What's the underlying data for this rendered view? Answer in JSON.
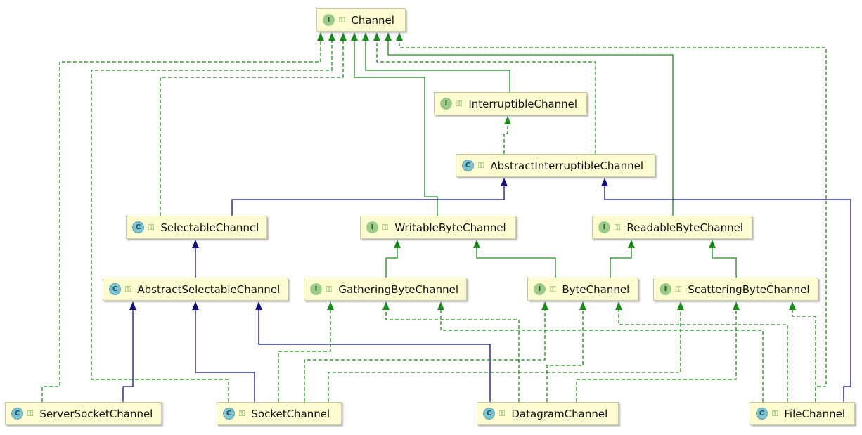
{
  "colors": {
    "node_fill": "#fefdd2",
    "interface_edge": "#1a8a1a",
    "class_edge": "#101080"
  },
  "nodes": [
    {
      "id": "Channel",
      "kind": "I"
    },
    {
      "id": "InterruptibleChannel",
      "kind": "I"
    },
    {
      "id": "AbstractInterruptibleChannel",
      "kind": "C"
    },
    {
      "id": "SelectableChannel",
      "kind": "C"
    },
    {
      "id": "WritableByteChannel",
      "kind": "I"
    },
    {
      "id": "ReadableByteChannel",
      "kind": "I"
    },
    {
      "id": "AbstractSelectableChannel",
      "kind": "C"
    },
    {
      "id": "GatheringByteChannel",
      "kind": "I"
    },
    {
      "id": "ByteChannel",
      "kind": "I"
    },
    {
      "id": "ScatteringByteChannel",
      "kind": "I"
    },
    {
      "id": "ServerSocketChannel",
      "kind": "C"
    },
    {
      "id": "SocketChannel",
      "kind": "C"
    },
    {
      "id": "DatagramChannel",
      "kind": "C"
    },
    {
      "id": "FileChannel",
      "kind": "C"
    }
  ],
  "edges": [
    {
      "from": "ServerSocketChannel",
      "to": "Channel",
      "type": "implements"
    },
    {
      "from": "SocketChannel",
      "to": "Channel",
      "type": "implements"
    },
    {
      "from": "SelectableChannel",
      "to": "Channel",
      "type": "implements"
    },
    {
      "from": "WritableByteChannel",
      "to": "Channel",
      "type": "extends"
    },
    {
      "from": "InterruptibleChannel",
      "to": "Channel",
      "type": "extends"
    },
    {
      "from": "AbstractInterruptibleChannel",
      "to": "Channel",
      "type": "implements"
    },
    {
      "from": "ReadableByteChannel",
      "to": "Channel",
      "type": "extends"
    },
    {
      "from": "FileChannel",
      "to": "Channel",
      "type": "implements"
    },
    {
      "from": "AbstractInterruptibleChannel",
      "to": "InterruptibleChannel",
      "type": "implements"
    },
    {
      "from": "SelectableChannel",
      "to": "AbstractInterruptibleChannel",
      "type": "extends-class"
    },
    {
      "from": "FileChannel",
      "to": "AbstractInterruptibleChannel",
      "type": "extends-class"
    },
    {
      "from": "AbstractSelectableChannel",
      "to": "SelectableChannel",
      "type": "extends-class"
    },
    {
      "from": "GatheringByteChannel",
      "to": "WritableByteChannel",
      "type": "extends"
    },
    {
      "from": "ByteChannel",
      "to": "WritableByteChannel",
      "type": "extends"
    },
    {
      "from": "ByteChannel",
      "to": "ReadableByteChannel",
      "type": "extends"
    },
    {
      "from": "ScatteringByteChannel",
      "to": "ReadableByteChannel",
      "type": "extends"
    },
    {
      "from": "ServerSocketChannel",
      "to": "AbstractSelectableChannel",
      "type": "extends-class"
    },
    {
      "from": "SocketChannel",
      "to": "AbstractSelectableChannel",
      "type": "extends-class"
    },
    {
      "from": "DatagramChannel",
      "to": "AbstractSelectableChannel",
      "type": "extends-class"
    },
    {
      "from": "SocketChannel",
      "to": "GatheringByteChannel",
      "type": "implements"
    },
    {
      "from": "DatagramChannel",
      "to": "GatheringByteChannel",
      "type": "implements"
    },
    {
      "from": "FileChannel",
      "to": "GatheringByteChannel",
      "type": "implements"
    },
    {
      "from": "SocketChannel",
      "to": "ByteChannel",
      "type": "implements"
    },
    {
      "from": "DatagramChannel",
      "to": "ByteChannel",
      "type": "implements"
    },
    {
      "from": "FileChannel",
      "to": "ByteChannel",
      "type": "implements"
    },
    {
      "from": "SocketChannel",
      "to": "ScatteringByteChannel",
      "type": "implements"
    },
    {
      "from": "DatagramChannel",
      "to": "ScatteringByteChannel",
      "type": "implements"
    },
    {
      "from": "FileChannel",
      "to": "ScatteringByteChannel",
      "type": "implements"
    }
  ]
}
